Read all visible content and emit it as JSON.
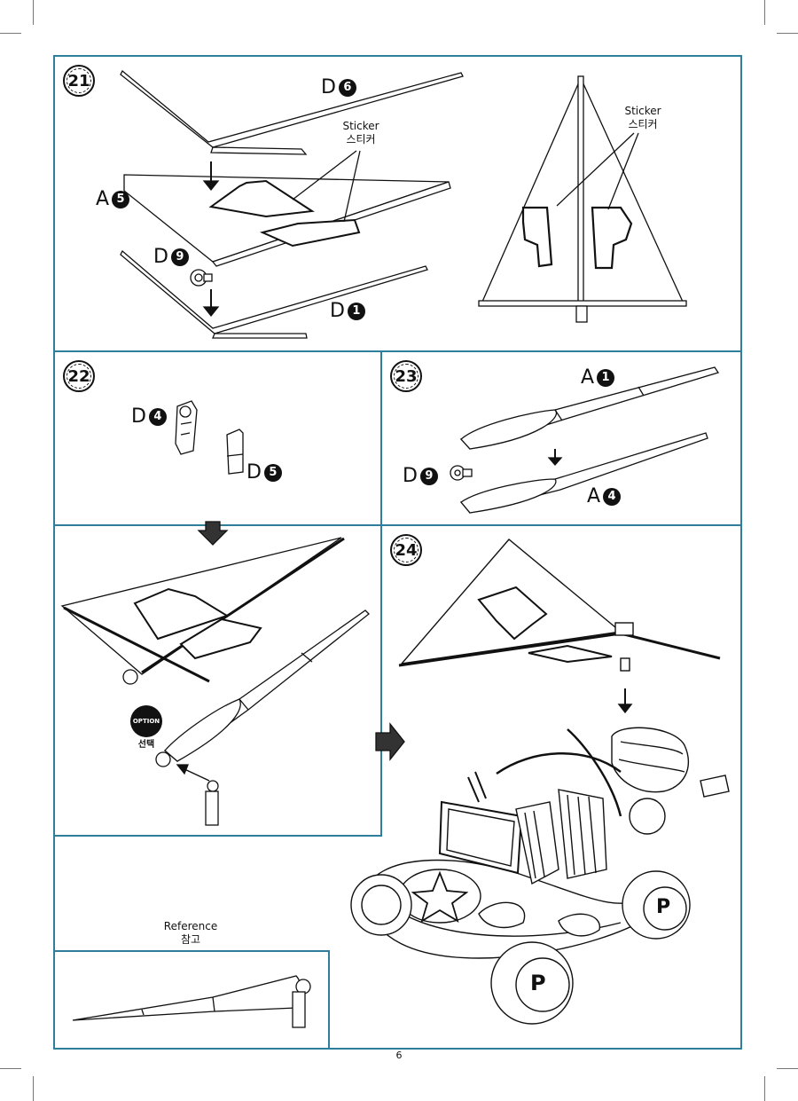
{
  "colors": {
    "frame": "#2f7e9b",
    "ink": "#111111"
  },
  "steps": {
    "s21": {
      "badge": "21",
      "parts": [
        {
          "letter": "D",
          "number": "6"
        },
        {
          "letter": "A",
          "number": "5"
        },
        {
          "letter": "D",
          "number": "9"
        },
        {
          "letter": "D",
          "number": "1"
        }
      ],
      "sticker_note": {
        "en": "Sticker",
        "ko": "스티커"
      },
      "sticker_note_right": {
        "en": "Sticker",
        "ko": "스티커"
      }
    },
    "s22": {
      "badge": "22",
      "parts": [
        {
          "letter": "D",
          "number": "4"
        },
        {
          "letter": "D",
          "number": "5"
        }
      ],
      "option": {
        "label": "OPTION",
        "ko": "선택"
      }
    },
    "s23": {
      "badge": "23",
      "parts": [
        {
          "letter": "A",
          "number": "1"
        },
        {
          "letter": "D",
          "number": "9"
        },
        {
          "letter": "A",
          "number": "4"
        }
      ]
    },
    "s24": {
      "badge": "24"
    }
  },
  "reference": {
    "en": "Reference",
    "ko": "참고"
  },
  "page_number": "6"
}
